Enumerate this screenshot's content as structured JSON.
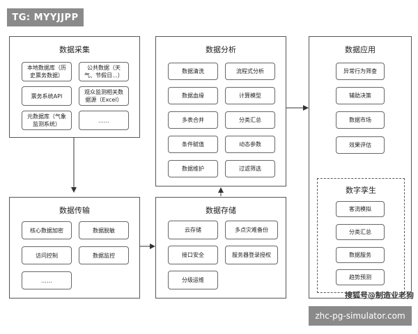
{
  "tag": "TG: MYYJJPP",
  "collect": {
    "title": "数据采集",
    "items": [
      "本地数据库（历\n史票务数据）",
      "公共数据（天\n气、节假日...）",
      "票务系统API",
      "观众监测相关数\n据源（Excel）",
      "元数据库（气象\n监测系统）",
      "……"
    ]
  },
  "transmit": {
    "title": "数据传输",
    "items": [
      "核心数据加密",
      "数据脱敏",
      "访问控制",
      "数据监控",
      "……"
    ]
  },
  "analyze": {
    "title": "数据分析",
    "items": [
      "数据清洗",
      "流程式分析",
      "数据血缘",
      "计算模型",
      "多表合并",
      "分类汇总",
      "条件赋值",
      "动态参数",
      "数据维护",
      "过滤筛选"
    ]
  },
  "store": {
    "title": "数据存储",
    "items": [
      "云存储",
      "多点灾难备份",
      "接口安全",
      "服务器登录授权",
      "分级运维"
    ]
  },
  "apply": {
    "title": "数据应用",
    "items": [
      "异常行为筛查",
      "辅助决策",
      "数据市场",
      "效果评估"
    ]
  },
  "twin": {
    "title": "数字孪生",
    "items": [
      "客流模拟",
      "分类汇总",
      "数据服务",
      "趋势预测"
    ]
  },
  "watermark": {
    "sohu": "搜狐号@制造业老狗",
    "site": "zhc-pg-simulator.com"
  }
}
